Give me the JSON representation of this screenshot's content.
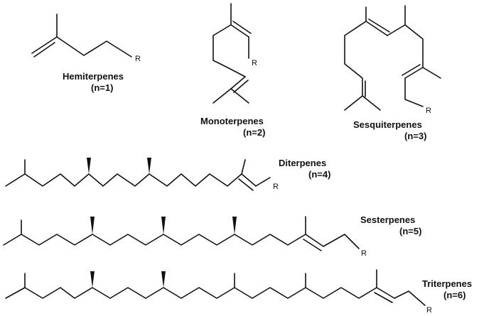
{
  "structures": [
    {
      "id": "hemi",
      "name": "Hemiterpenes",
      "n": "(n=1)",
      "substituent": "R"
    },
    {
      "id": "mono",
      "name": "Monoterpenes",
      "n": "(n=2)",
      "substituent": "R"
    },
    {
      "id": "sesqui",
      "name": "Sesquiterpenes",
      "n": "(n=3)",
      "substituent": "R"
    },
    {
      "id": "di",
      "name": "Diterpenes",
      "n": "(n=4)",
      "substituent": "R"
    },
    {
      "id": "sester",
      "name": "Sesterpenes",
      "n": "(n=5)",
      "substituent": "R"
    },
    {
      "id": "tri",
      "name": "Triterpenes",
      "n": "(n=6)",
      "substituent": "R"
    }
  ]
}
